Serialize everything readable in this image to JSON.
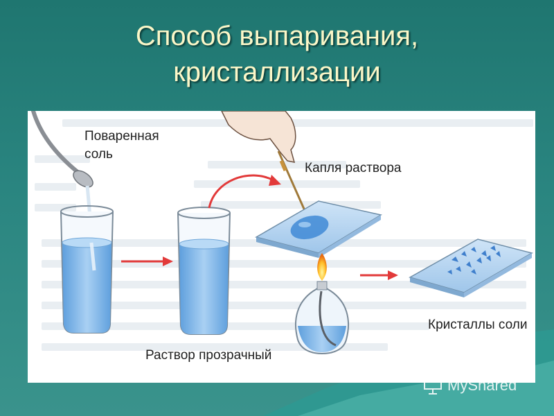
{
  "slide": {
    "title_line1": "Способ выпаривания,",
    "title_line2": "кристаллизации"
  },
  "illustration": {
    "label_salt_line1": "Поваренная",
    "label_salt_line2": "соль",
    "label_drop": "Капля раствора",
    "label_solution": "Раствор прозрачный",
    "label_crystals": "Кристаллы соли"
  },
  "watermark": {
    "text": "MyShared",
    "icon": "presentation-icon"
  },
  "colors": {
    "background": "#2a8580",
    "title": "#fbf7c8",
    "water": "#7fb5e8",
    "arrow": "#e23a3a"
  }
}
